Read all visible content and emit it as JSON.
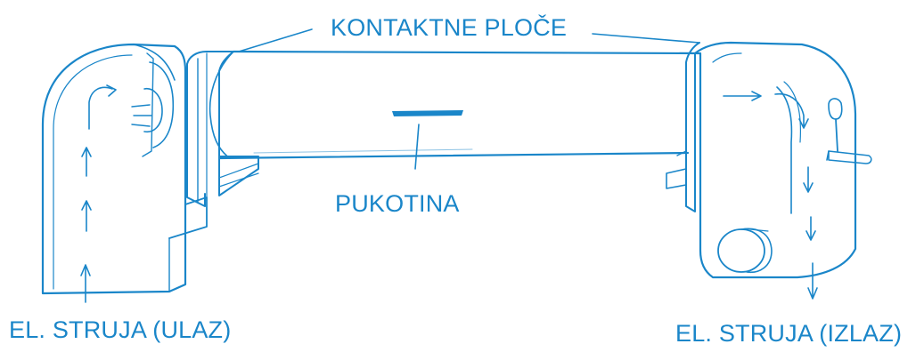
{
  "labels": {
    "contact_plates": "KONTAKTNE PLOČE",
    "crack": "PUKOTINA",
    "current_in": "EL. STRUJA (ULAZ)",
    "current_out": "EL. STRUJA (IZLAZ)"
  },
  "colors": {
    "line": "#1a86c9",
    "text": "#1a86c9",
    "background": "#ffffff"
  }
}
